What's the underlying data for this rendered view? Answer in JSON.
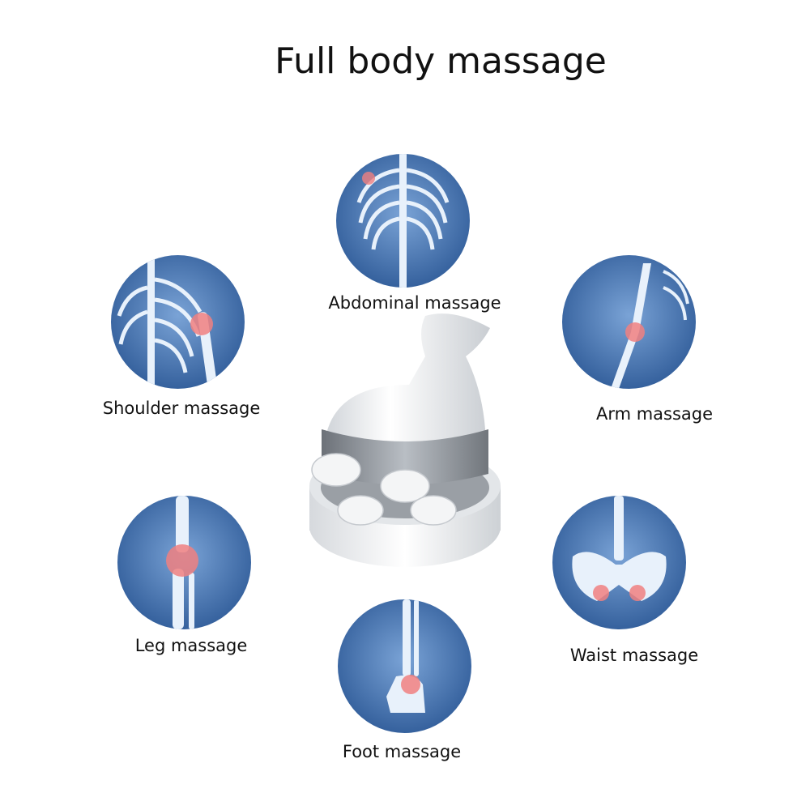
{
  "title": "Full body massage",
  "colors": {
    "circle_bg": "#4f7bb8",
    "highlight": "#f08080",
    "bone": "#e8f1fb"
  },
  "sections": [
    {
      "label": "Abdominal massage",
      "icon": "ribcage-icon"
    },
    {
      "label": "Shoulder massage",
      "icon": "shoulder-icon"
    },
    {
      "label": "Arm massage",
      "icon": "arm-icon"
    },
    {
      "label": "Leg massage",
      "icon": "knee-icon"
    },
    {
      "label": "Waist massage",
      "icon": "pelvis-icon"
    },
    {
      "label": "Foot massage",
      "icon": "foot-icon"
    }
  ],
  "product": {
    "icon": "head-massager-icon"
  }
}
